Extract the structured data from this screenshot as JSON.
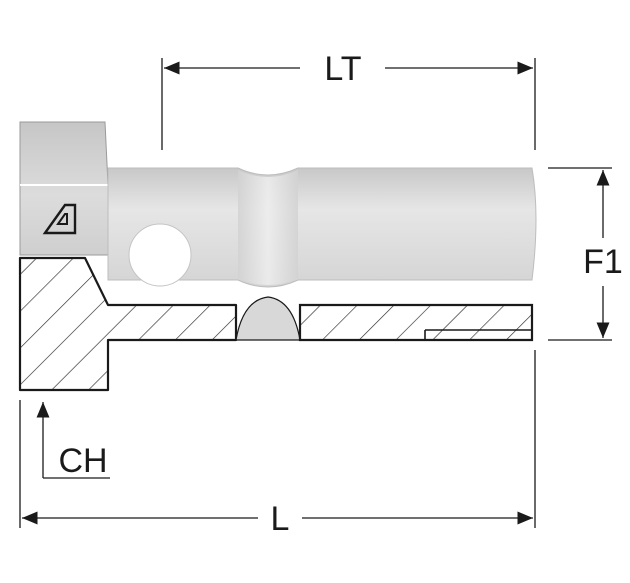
{
  "labels": {
    "lt": "LT",
    "f1": "F1",
    "ch": "CH",
    "l": "L"
  },
  "colors": {
    "line": "#1a1a1a",
    "metal_light": "#e3e3e3",
    "metal_mid": "#cfcfcf",
    "metal_dark": "#b5b5b5",
    "hatch": "#2a2a2a",
    "background": "#ffffff"
  },
  "icons": {
    "logo": "delta-flag-logo"
  }
}
